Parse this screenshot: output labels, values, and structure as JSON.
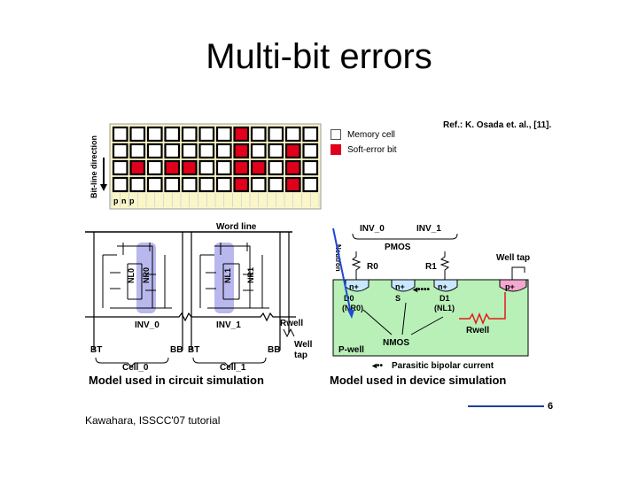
{
  "slide": {
    "title": "Multi-bit errors",
    "reference": "Ref.: K. Osada et. al., [11].",
    "footer": "Kawahara, ISSCC'07 tutorial",
    "page_number": "6"
  },
  "memory_map": {
    "axis_label": "Bit-line direction",
    "legend": {
      "memory_cell": "Memory cell",
      "soft_error_bit": "Soft-error bit"
    },
    "well_labels": [
      "p",
      "n",
      "p"
    ],
    "rows": 4,
    "cols": 12,
    "error_cells": [
      [
        0,
        7
      ],
      [
        1,
        7
      ],
      [
        1,
        10
      ],
      [
        2,
        1
      ],
      [
        2,
        3
      ],
      [
        2,
        4
      ],
      [
        2,
        7
      ],
      [
        2,
        8
      ],
      [
        2,
        10
      ],
      [
        3,
        7
      ],
      [
        3,
        10
      ]
    ],
    "colors": {
      "error": "#e0001b",
      "cell": "#ffffff",
      "grid": "#000000",
      "stripe": "#fbf6c8"
    }
  },
  "circuit": {
    "word_line": "Word line",
    "inv0": "INV_0",
    "inv1": "INV_1",
    "node_labels": [
      "NL0",
      "NR0",
      "NL1",
      "NR1"
    ],
    "rwell": "Rwell",
    "well_tap": "Well\ntap",
    "bt": "BT",
    "bb": "BB",
    "cell0": "Cell_0",
    "cell1": "Cell_1",
    "caption": "Model used in circuit simulation",
    "highlight_color": "#b9b8ee"
  },
  "device": {
    "inv0": "INV_0",
    "inv1": "INV_1",
    "pmos": "PMOS",
    "neutron": "Neutron",
    "r0": "R0",
    "r1": "R1",
    "well_tap": "Well tap",
    "nplus": "n+",
    "pplus": "p+",
    "s": "S",
    "d0": "D0",
    "nr0": "(NR0)",
    "d1": "D1",
    "nl1": "(NL1)",
    "rwell": "Rwell",
    "nmos": "NMOS",
    "pwell": "P-well",
    "parasitic": "Parasitic bipolar current",
    "caption": "Model used in device simulation",
    "colors": {
      "substrate": "#b8f0b8",
      "diffusion": "#c9e8ff",
      "ptap": "#f4a7d0",
      "neutron": "#1e48d6",
      "rwell": "#e01a1a"
    }
  }
}
